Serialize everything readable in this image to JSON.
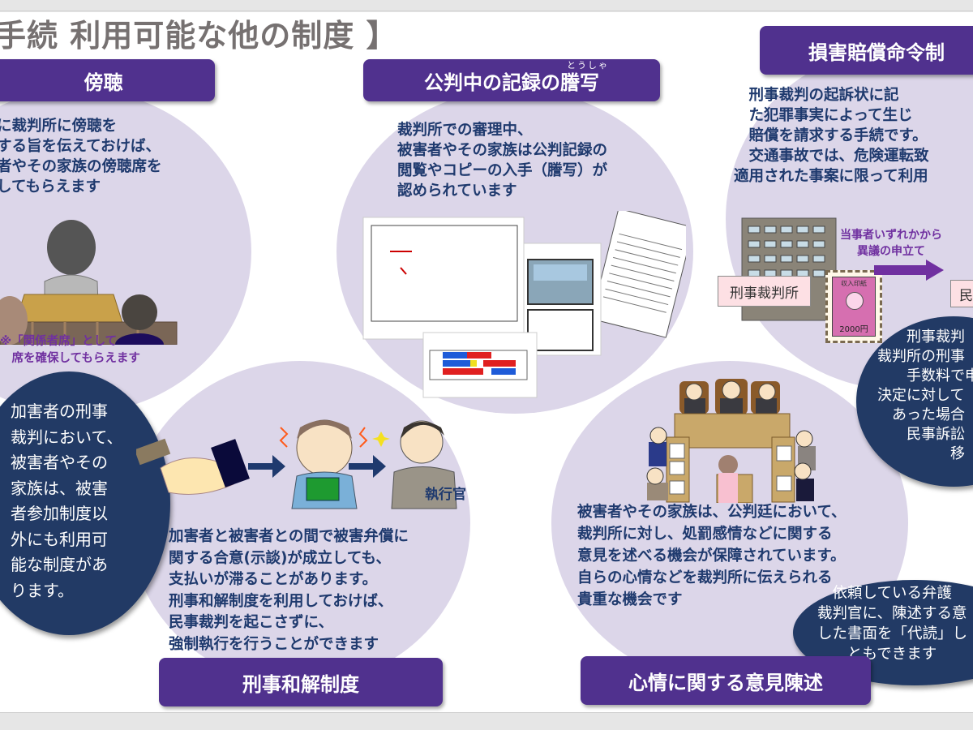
{
  "slide": {
    "title": "手続 利用可能な他の制度 】"
  },
  "sections": {
    "bocho": {
      "label": "傍聴",
      "body": "に裁判所に傍聴を\nする旨を伝えておけば、\n者やその家族の傍聴席を\nしてもらえます",
      "note": "※「関係者席」として\n　席を確保してもらえます"
    },
    "toshya": {
      "label": "公判中の記録の謄写",
      "ruby": "とうしゃ",
      "body": "裁判所での審理中、\n被害者やその家族は公判記録の\n閲覧やコピーの入手（謄写）が\n認められています"
    },
    "songai": {
      "label": "損害賠償命令制",
      "body": "　刑事裁判の起訴状に記\n　た犯罪事実によって生じ\n　賠償を請求する手続です。\n　交通事故では、危険運転致\n適用された事案に限って利用",
      "arrow_label": "当事者いずれかから\n異議の申立て",
      "court_chip": "刑事裁判所",
      "civil_chip": "民",
      "stamp_label": "収入印紙",
      "stamp_value": "2000円",
      "bubble": "　　刑事裁判\n裁判所の刑事\n　　手数料で申\n決定に対して\n　あった場合\n　　民事訴訟\n　　　　　移"
    },
    "intro_bubble": {
      "text": "加害者の刑事\n裁判において、\n被害者やその\n家族は、被害\n者参加制度以\n外にも利用可\n能な制度があ\nります。"
    },
    "wakai": {
      "label": "刑事和解制度",
      "body": "加害者と被害者との間で被害弁償に\n関する合意(示談)が成立しても、\n支払いが滞ることがあります。\n刑事和解制度を利用しておけば、\n民事裁判を起こさずに、\n強制執行を行うことができます",
      "officer_caption": "執行官"
    },
    "iken": {
      "label": "心情に関する意見陳述",
      "body": "被害者やその家族は、公判廷において、\n裁判所に対し、処罰感情などに関する\n意見を述べる機会が保障されています。\n自らの心情などを裁判所に伝えられる\n貴重な機会です",
      "bubble": "　依頼している弁護\n裁判官に、陳述する意\nした書面を「代読」し\n　　ともできます"
    }
  },
  "colors": {
    "label_bg": "#50318e",
    "circle_bg": "#dcd6e9",
    "bubble_bg": "#223a65",
    "body_text": "#1f3a6e",
    "note_text": "#7030a0",
    "title_text": "#767171"
  }
}
